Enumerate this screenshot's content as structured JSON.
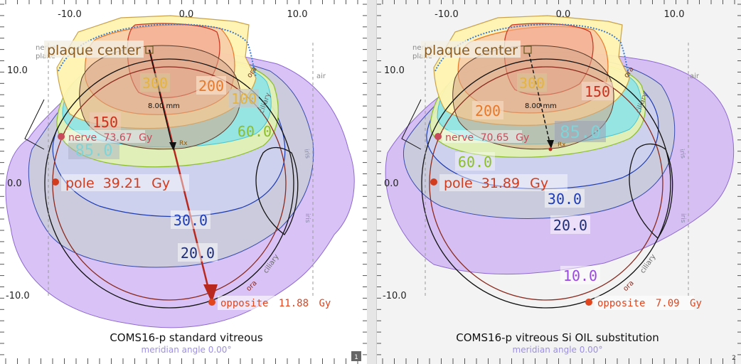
{
  "chart_data": [
    {
      "type": "contour",
      "title": "COMS16-p standard vitreous",
      "subtitle": "meridian angle 0.00°",
      "panel_number": "1",
      "x_ticks": [
        "-10.0",
        "0.0",
        "10.0"
      ],
      "y_ticks": [
        "10.0",
        "0.0",
        "-10.0"
      ],
      "plaque_label": "plaque center",
      "depth_label": "8.00 mm",
      "rx_label": "Rx",
      "anatomy_labels": {
        "nerve": "nerve",
        "plane": "plane",
        "ora": "ora",
        "ciliary": "ciliary",
        "iris": "iris",
        "air": "air"
      },
      "points": [
        {
          "name": "nerve",
          "dose": "73.67",
          "unit": "Gy",
          "color": "#c94a5a"
        },
        {
          "name": "pole",
          "dose": "39.21",
          "unit": "Gy",
          "color": "#d23c1e"
        },
        {
          "name": "opposite",
          "dose": "11.88",
          "unit": "Gy",
          "color": "#e0451e"
        }
      ],
      "isodose_labels": [
        {
          "value": "300",
          "color": "#e6b43c"
        },
        {
          "value": "200",
          "color": "#e8782a"
        },
        {
          "value": "100",
          "color": "#e6b43c"
        },
        {
          "value": "150",
          "color": "#c8321e"
        },
        {
          "value": "85.0",
          "color": "#7fd4d8"
        },
        {
          "value": "60.0",
          "color": "#8cbe2c"
        },
        {
          "value": "30.0",
          "color": "#1e3cb4"
        },
        {
          "value": "20.0",
          "color": "#1e2d78"
        }
      ],
      "colors": {
        "violet": "#c9a8f2",
        "gray": "#c8ccd8",
        "green": "#dff0b4",
        "cyan": "#8fe3e8",
        "yellow": "#fff3b0",
        "orange": "#f7c9a8",
        "salmon": "#f2a48c",
        "arrow": "#b8281e"
      }
    },
    {
      "type": "contour",
      "title": "COMS16-p vitreous Si OIL substitution",
      "subtitle": "meridian angle 0.00°",
      "panel_number": "2",
      "x_ticks": [
        "-10.0",
        "0.0",
        "10.0"
      ],
      "y_ticks": [
        "10.0",
        "0.0",
        "-10.0"
      ],
      "plaque_label": "plaque center",
      "depth_label": "8.00 mm",
      "rx_label": "Rx",
      "anatomy_labels": {
        "nerve": "nerve",
        "plane": "plane",
        "ora": "ora",
        "ciliary": "ciliary",
        "iris": "iris",
        "air": "air"
      },
      "points": [
        {
          "name": "nerve",
          "dose": "70.65",
          "unit": "Gy",
          "color": "#c94a5a"
        },
        {
          "name": "pole",
          "dose": "31.89",
          "unit": "Gy",
          "color": "#d23c1e"
        },
        {
          "name": "opposite",
          "dose": "7.09",
          "unit": "Gy",
          "color": "#e0451e"
        }
      ],
      "isodose_labels": [
        {
          "value": "300",
          "color": "#e6b43c"
        },
        {
          "value": "150",
          "color": "#c8321e"
        },
        {
          "value": "200",
          "color": "#e8782a"
        },
        {
          "value": "85.0",
          "color": "#7fd4d8"
        },
        {
          "value": "60.0",
          "color": "#8cbe2c"
        },
        {
          "value": "30.0",
          "color": "#1e3cb4"
        },
        {
          "value": "20.0",
          "color": "#1e2d78"
        },
        {
          "value": "10.0",
          "color": "#9a4ae0"
        }
      ],
      "colors": {
        "violet": "#c9a8f2",
        "gray": "#c8ccd8",
        "green": "#dff0b4",
        "cyan": "#8fe3e8",
        "yellow": "#fff3b0",
        "orange": "#f7c9a8",
        "salmon": "#f2a48c",
        "arrow": "#111111"
      }
    }
  ]
}
